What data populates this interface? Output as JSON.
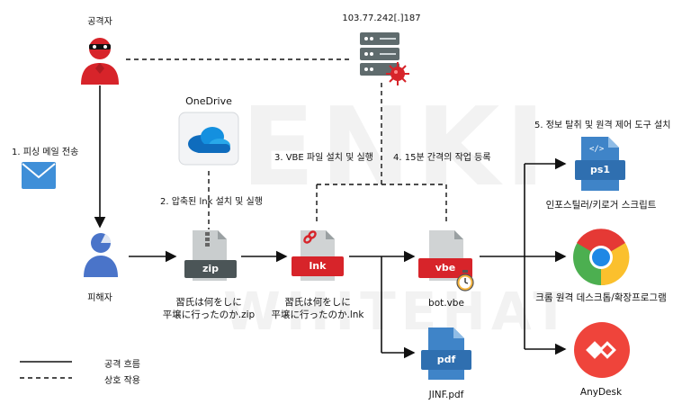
{
  "attacker": {
    "label": "공격자"
  },
  "server": {
    "label": "103.77.242[.]187"
  },
  "onedrive": {
    "label": "OneDrive"
  },
  "victim": {
    "label": "피해자"
  },
  "steps": {
    "s1": "1. 피싱 메일 전송",
    "s2": "2. 압축된 lnk 설치 및 실행",
    "s3": "3. VBE 파일 설치 및 실행",
    "s4": "4. 15분 간격의 작업 등록",
    "s5": "5. 정보 탈취 및 원격 제어 도구 설치"
  },
  "files": {
    "zip": {
      "tag": "zip",
      "name_line1": "習氏は何をしに",
      "name_line2": "平壌に行ったのか.zip"
    },
    "lnk": {
      "tag": "lnk",
      "name_line1": "習氏は何をしに",
      "name_line2": "平壌に行ったのか.lnk"
    },
    "vbe": {
      "tag": "vbe",
      "name": "bot.vbe"
    },
    "pdf": {
      "tag": "pdf",
      "name": "JINF.pdf"
    }
  },
  "tools": {
    "ps1": {
      "tag": "ps1",
      "label": "인포스틸러/키로거 스크립트"
    },
    "chrome": {
      "label": "크롬 원격 데스크톱/확장프로그램"
    },
    "anydesk": {
      "label": "AnyDesk"
    }
  },
  "legend": {
    "solid": "공격 흐름",
    "dashed": "상호 작용"
  },
  "colors": {
    "red": "#d7242a",
    "grey": "#5f6b6d",
    "blue": "#3f84c8",
    "dark": "#111111"
  },
  "icons": [
    "hacker-icon",
    "server-icon",
    "virus-icon",
    "onedrive-icon",
    "mail-icon",
    "user-icon",
    "zip-file-icon",
    "lnk-file-icon",
    "vbe-file-icon",
    "timer-icon",
    "pdf-file-icon",
    "ps1-file-icon",
    "chrome-icon",
    "anydesk-icon"
  ]
}
